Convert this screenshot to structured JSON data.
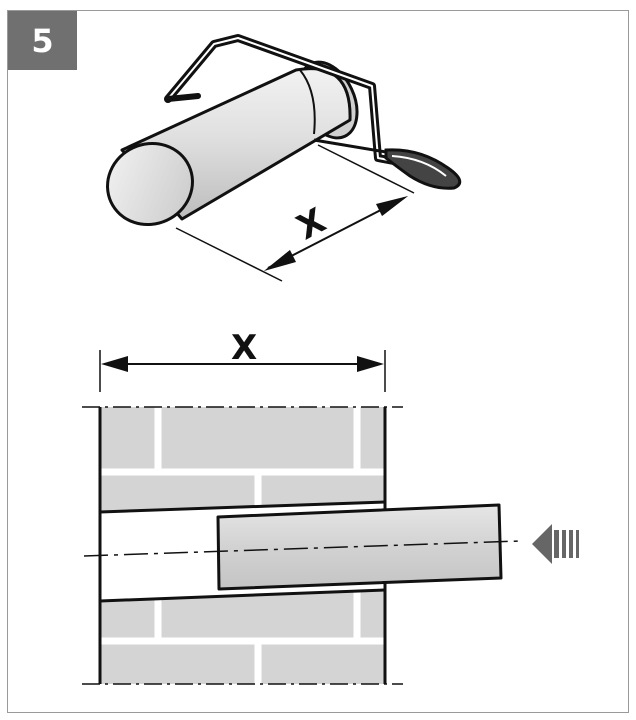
{
  "step": {
    "number": "5"
  },
  "figure_top": {
    "dimension_label": "X"
  },
  "figure_bottom": {
    "dimension_label": "X"
  },
  "colors": {
    "badge_background": "#707070",
    "brick_fill": "#d4d4d4",
    "mortar": "#ffffff",
    "outline": "#111111",
    "arrow": "#666666"
  },
  "icons": [
    "push-direction-arrow-icon"
  ]
}
